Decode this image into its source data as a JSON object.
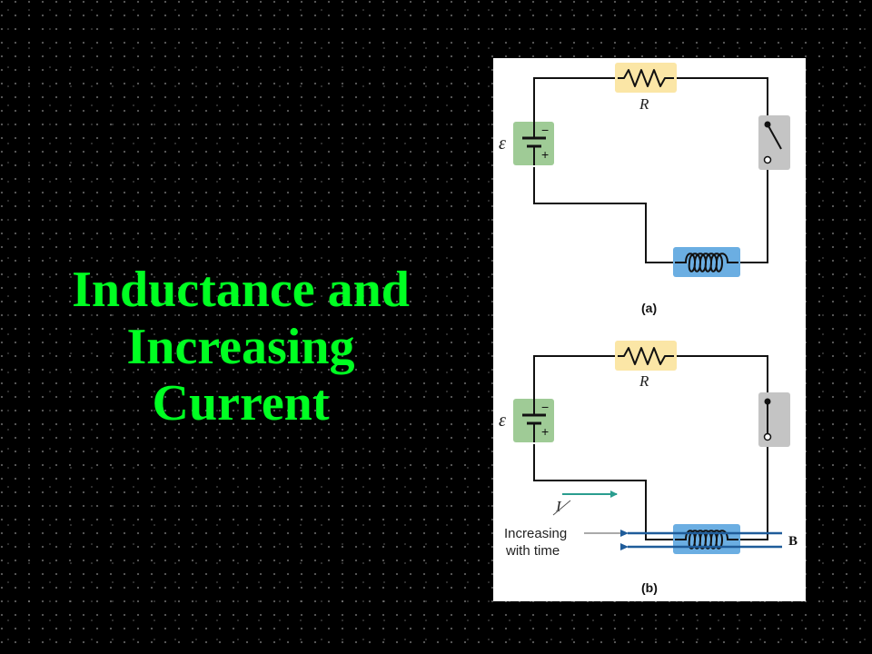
{
  "title": {
    "line1": "Inductance and",
    "line2": "Increasing",
    "line3": "Current"
  },
  "figure": {
    "panel_a": {
      "resistor_label": "R",
      "emf_label": "ε",
      "battery_minus": "−",
      "battery_plus": "+",
      "caption": "(a)"
    },
    "panel_b": {
      "resistor_label": "R",
      "emf_label": "ε",
      "battery_minus": "−",
      "battery_plus": "+",
      "current_label": "I",
      "note_line1": "Increasing",
      "note_line2": "with time",
      "field_label": "B",
      "caption": "(b)"
    },
    "colors": {
      "title": "#00ff22",
      "resistor_bg": "#fbe6a6",
      "battery_bg": "#9fcb96",
      "switch_bg": "#c4c4c4",
      "inductor_bg": "#6baee2",
      "field_arrow": "#1f5c9a",
      "current_arrow": "#2a9d8f"
    }
  }
}
